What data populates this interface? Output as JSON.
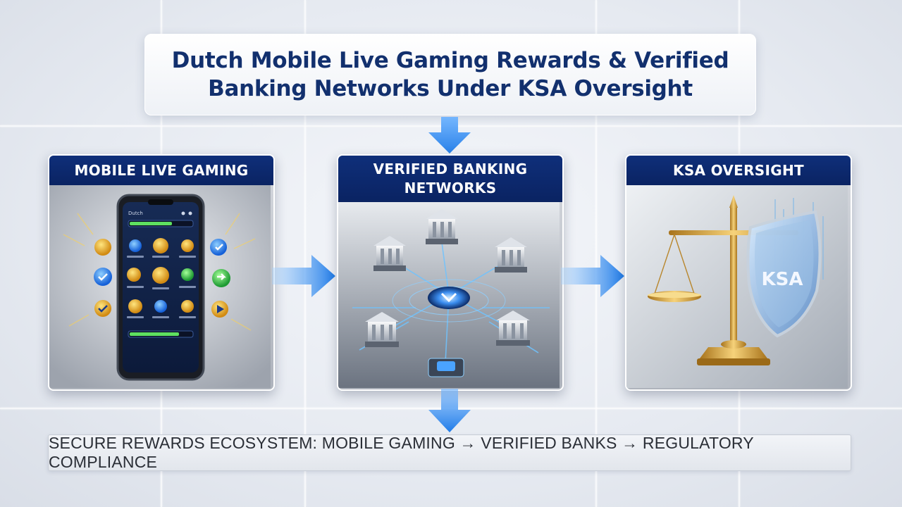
{
  "title": {
    "line1": "Dutch Mobile Live Gaming Rewards & Verified",
    "line2": "Banking Networks Under KSA Oversight"
  },
  "panels": [
    {
      "id": "mobile",
      "header": "MOBILE LIVE GAMING"
    },
    {
      "id": "banking",
      "header_line1": "VERIFIED BANKING",
      "header_line2": "NETWORKS"
    },
    {
      "id": "ksa",
      "header": "KSA OVERSIGHT",
      "shield_label": "KSA"
    }
  ],
  "phone": {
    "app_label": "Dutch"
  },
  "footer": {
    "text": "SECURE REWARDS ECOSYSTEM: MOBILE GAMING → VERIFIED BANKS → REGULATORY COMPLIANCE"
  },
  "colors": {
    "navy": "#0f2f7a",
    "arrow_blue": "#2f8cf0",
    "gold": "#d9a23a",
    "title_text": "#12306e"
  }
}
